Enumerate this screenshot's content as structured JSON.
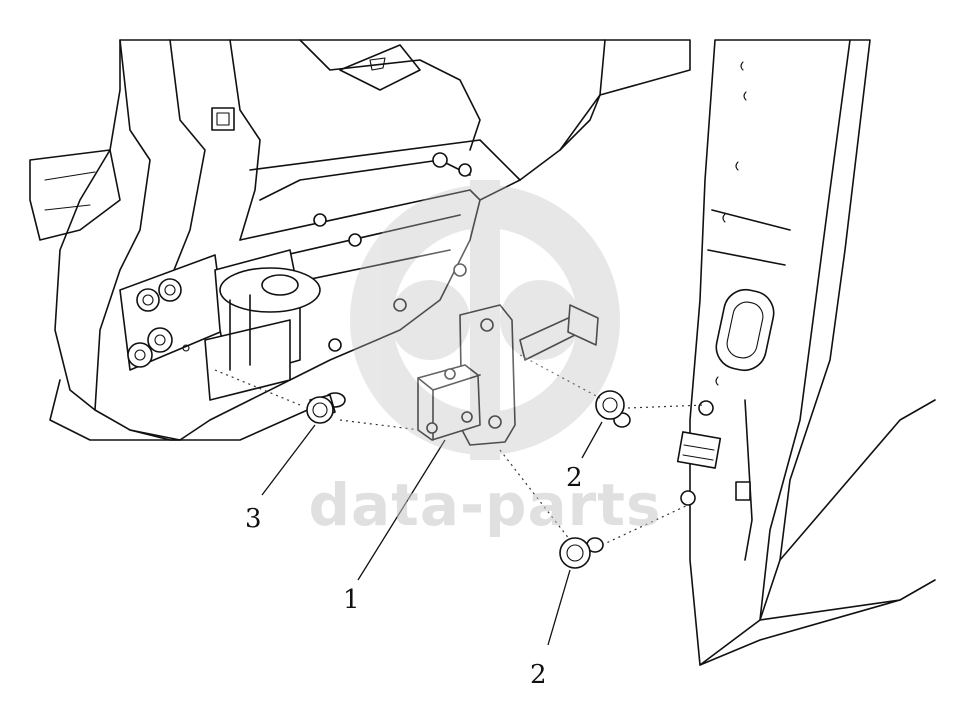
{
  "watermark": {
    "text": "data-parts",
    "logo_icon": "gb-logo-icon",
    "color": "#c8c8c8"
  },
  "callouts": [
    {
      "label": "1",
      "part": "door-check-strap"
    },
    {
      "label": "2",
      "part": "upper-mounting-bolt"
    },
    {
      "label": "2",
      "part": "lower-mounting-bolt"
    },
    {
      "label": "3",
      "part": "body-mounting-bolt"
    }
  ],
  "colors": {
    "line": "#111111",
    "background": "#ffffff"
  }
}
